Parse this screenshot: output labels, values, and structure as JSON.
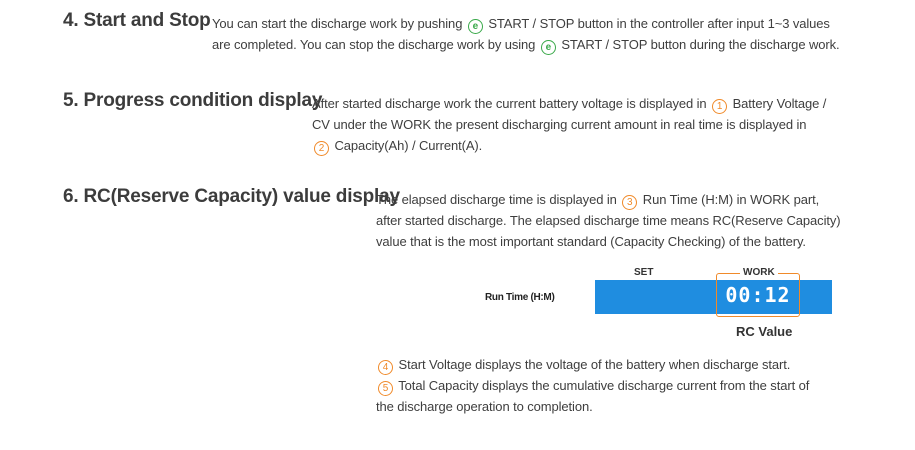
{
  "sections": [
    {
      "title": "4. Start and Stop",
      "lines": [
        [
          "You can start the discharge work by pushing ",
          "e",
          " START / STOP button in the controller after input 1~3 values"
        ],
        [
          "are completed. You can stop the discharge work by using ",
          "e",
          " START / STOP button during the discharge work."
        ]
      ]
    },
    {
      "title": "5. Progress condition display",
      "lines": [
        [
          "After started discharge work the current battery voltage is displayed in ",
          "1",
          " Battery Voltage /"
        ],
        [
          "CV under the WORK the present discharging current amount in real time is displayed in"
        ],
        [
          "",
          "2",
          " Capacity(Ah) / Current(A)."
        ]
      ]
    },
    {
      "title": "6. RC(Reserve Capacity) value display",
      "lines": [
        [
          "The elapsed discharge time is displayed in ",
          "3",
          " Run Time (H:M) in WORK part,"
        ],
        [
          "after started discharge. The elapsed discharge time means RC(Reserve Capacity)"
        ],
        [
          "value that is the most important standard (Capacity Checking) of the battery."
        ]
      ]
    }
  ],
  "figure": {
    "set_label": "SET",
    "work_label": "WORK",
    "run_time_label": "Run Time (H:M)",
    "display_value": "00:12",
    "rc_label": "RC Value",
    "bar_color": "#1f8de0",
    "highlight_color": "#f08a2a"
  },
  "notes": [
    [
      "4",
      " Start Voltage displays the voltage of the battery when discharge start."
    ],
    [
      "5",
      " Total Capacity displays the cumulative discharge current from the start of"
    ],
    [
      "the discharge operation to completion."
    ]
  ]
}
